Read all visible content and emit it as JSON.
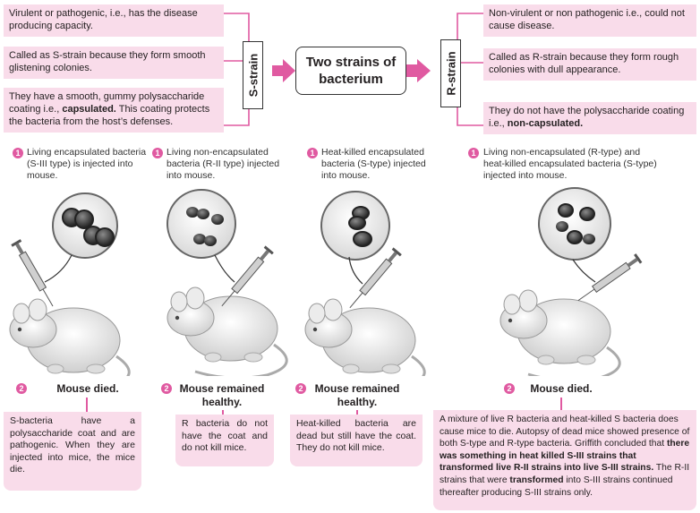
{
  "header": {
    "title_line1": "Two strains of",
    "title_line2": "bacterium",
    "s_label": "S-strain",
    "r_label": "R-strain"
  },
  "s_strain": {
    "p1": "Virulent or pathogenic, i.e., has the disease producing capacity.",
    "p2": "Called as S-strain because they form smooth glistening colonies.",
    "p3_a": "They have a smooth, gummy polysaccharide coating i.e.,",
    "p3_b": "capsulated.",
    "p3_c": "This coating protects the bacteria from the host’s defenses."
  },
  "r_strain": {
    "p1": "Non-virulent or non pathogenic i.e., could not cause disease.",
    "p2": "Called as R-strain because they form rough colonies with dull appearance.",
    "p3_a": "They do not have the polysaccharide coating i.e.,",
    "p3_b": "non-capsulated."
  },
  "experiments": [
    {
      "num1": "1",
      "step": "Living encapsulated bacteria (S-III type) is injected into mouse.",
      "num2": "2",
      "result": "Mouse died.",
      "desc": "S-bacteria have a polysaccharide coat and are pathogenic. When they are injected into mice, the mice die."
    },
    {
      "num1": "1",
      "step": "Living non-encapsulated bacteria (R-II type) injected into mouse.",
      "num2": "2",
      "result": "Mouse remained healthy.",
      "desc": "R bacteria do not have the coat and do not kill mice."
    },
    {
      "num1": "1",
      "step": "Heat-killed encapsulated bacteria (S-type) injected into mouse.",
      "num2": "2",
      "result": "Mouse remained healthy.",
      "desc": "Heat-killed bacteria are dead but still have the coat. They do not kill mice."
    },
    {
      "num1": "1",
      "step": "Living non-encapsulated (R-type) and heat-killed encapsulated bacteria (S-type) injected into mouse.",
      "num2": "2",
      "result": "Mouse died.",
      "desc_a": "A mixture of live R bacteria and heat-killed S bacteria does cause mice to die. Autopsy of dead mice showed presence of both S-type and R-type bacteria. Griffith concluded that",
      "desc_b": "there was something in heat killed S-III strains that transformed live R-II strains into live S-III strains.",
      "desc_c": "The R-II strains that were",
      "desc_d": "transformed",
      "desc_e": "into S-III strains continued thereafter producing S-III strains only."
    }
  ],
  "colors": {
    "accent": "#e05aa1",
    "box_fill": "#f9dcea"
  }
}
